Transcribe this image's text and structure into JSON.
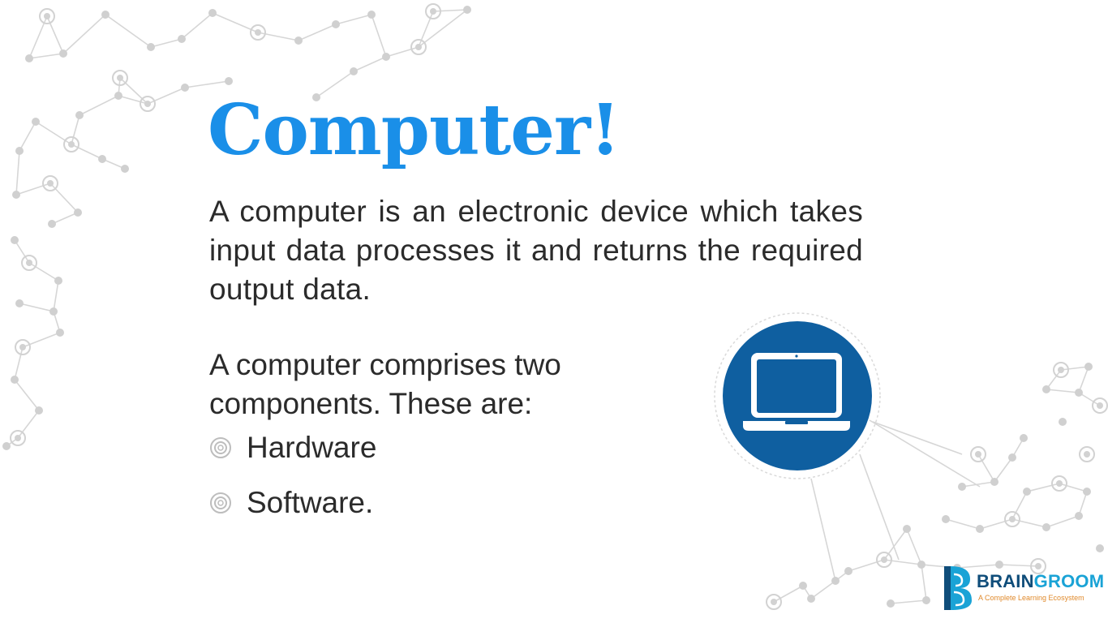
{
  "slide": {
    "title": "Computer!",
    "definition": "A computer is an electronic device which takes input data processes it and returns the required output data.",
    "intro": "A computer comprises two components. These are:",
    "bullets": [
      {
        "label": "Hardware"
      },
      {
        "label": "Software."
      }
    ],
    "illustration_icon": "laptop-icon"
  },
  "logo": {
    "name_primary": "BRAIN",
    "name_secondary": "GROOM",
    "tagline": "A Complete Learning Ecosystem"
  },
  "colors": {
    "title": "#1a8fe8",
    "body_text": "#2b2b2b",
    "badge": "#0f5fa0",
    "logo_dark": "#0f4d7a",
    "logo_accent": "#1aa3d6",
    "tagline": "#e08a2c",
    "network": "#cfcfcf"
  }
}
